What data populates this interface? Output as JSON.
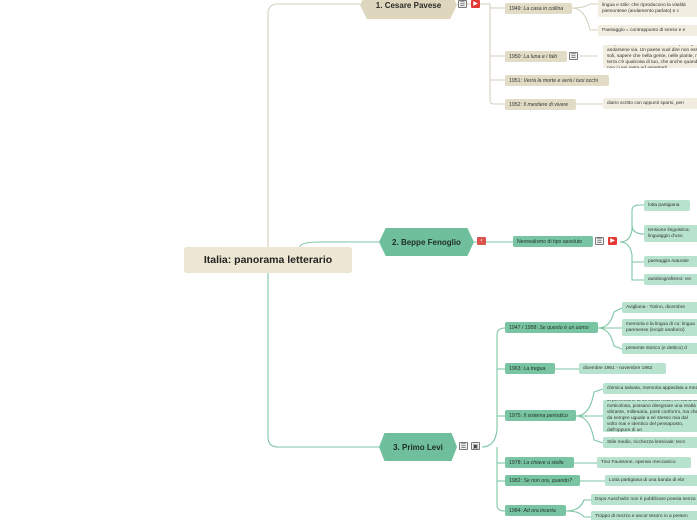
{
  "root": {
    "title": "Italia: panorama letterario"
  },
  "branches": {
    "pavese": {
      "title": "1. Cesare Pavese",
      "items": [
        {
          "year": "1949:",
          "work": "La casa in collina"
        },
        {
          "year": "1950:",
          "work": "La luna e i falò"
        },
        {
          "year": "1951:",
          "work": "Verrà la morte e avrà i tuoi occhi"
        },
        {
          "year": "1952:",
          "work": "Il mestiere di vivere"
        }
      ],
      "leaves": {
        "l1": "lingua e stile: che riproducono la vitalità piemontese (andamento parlato) e c",
        "l2": "Paesaggio = contrappunto di senso e e",
        "l3": "Un paese ci vuole, non fosse che per il gusto di andarsene via. Un paese vuol dire non essere soli, sapere che nella gente, nelle piante, nella terra c'è qualcosa di tuo, che anche quando non ci sei resta ad aspettarti.",
        "l4a": "diario scritto con appunti sparsi,",
        "l4b": "pen"
      }
    },
    "fenoglio": {
      "title": "2. Beppe Fenoglio",
      "sub": "Neorealismo di tipo assoluto",
      "leaves": {
        "f1": "lotta partigiana",
        "f2": "tensione linguistica: linguaggio d'uso",
        "f3a": "paesaggio",
        "f3b": "naturale",
        "f4a": "autobiografismo:",
        "f4b": "rec"
      }
    },
    "levi": {
      "title": "3. Primo Levi",
      "items": [
        {
          "year": "1947 / 1958:",
          "work": "Se questo è un uomo"
        },
        {
          "year": "1963:",
          "work": "La tregua"
        },
        {
          "year": "1975:",
          "work": "Il sistema periodico"
        },
        {
          "year": "1978:",
          "work": "La chiave a stella"
        },
        {
          "year": "1982:",
          "work": "Se non ora, quando?"
        },
        {
          "year": "1984:",
          "work": "Ad ora incerta"
        }
      ],
      "leaves": {
        "p1": "Avigliana - Torino, dicembre",
        "p2": "memoria e la lingua di cu: lingua parenesse (incipit anaforici)",
        "p3": "presente storico (e dettico) d",
        "p4": "dicembre 1961 - novembre 1962",
        "p5": "chimica salvata, memoria appiedata a mez",
        "p6": "la percezione di un'ottica reale, in maniera meticolosa, possano disegnare una realtà vibrante, millenaria, posti conformi, ma che da sempre uguale a sé stesso mia dal volto mai e identico del pensaposto, dall'oppure di un",
        "p7": "Stile medio, ricchezza lessicale: tecn",
        "p8": "Tino Faussone, operaio meccanico",
        "p9": "Lotta partigiana di una banda di ebr",
        "p10": "Dopo Auschwitz non è pubblicare poesia senza sen",
        "p11": "Troppo di mezzo e ancor tesoro io a presen"
      }
    }
  },
  "icons": {
    "notes": "notes-icon",
    "youtube": "youtube-icon",
    "back": "back-arrow-icon",
    "image": "image-icon"
  },
  "colors": {
    "root": "#ede6d2",
    "pavese_branch": "#ded7bd",
    "green_branch": "#6fbf9c",
    "green_leaf": "#b7e2cd",
    "connector_beige": "#d4cfbe",
    "connector_green": "#7cc6a4",
    "youtube_red": "#e53935"
  }
}
